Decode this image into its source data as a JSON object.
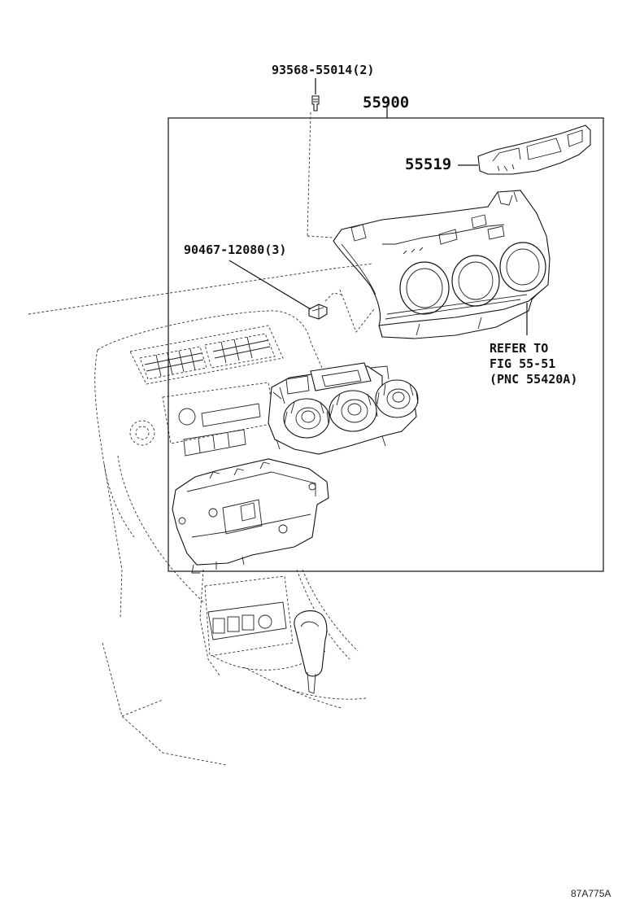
{
  "diagram": {
    "callouts": {
      "screw_pn": "93568-55014(2)",
      "assembly_pn": "55900",
      "cover_pn": "55519",
      "clip_pn": "90467-12080(3)"
    },
    "note": {
      "line1": "REFER TO",
      "line2": "FIG 55-51",
      "line3": "(PNC 55420A)"
    },
    "figure_code": "87A775A"
  }
}
